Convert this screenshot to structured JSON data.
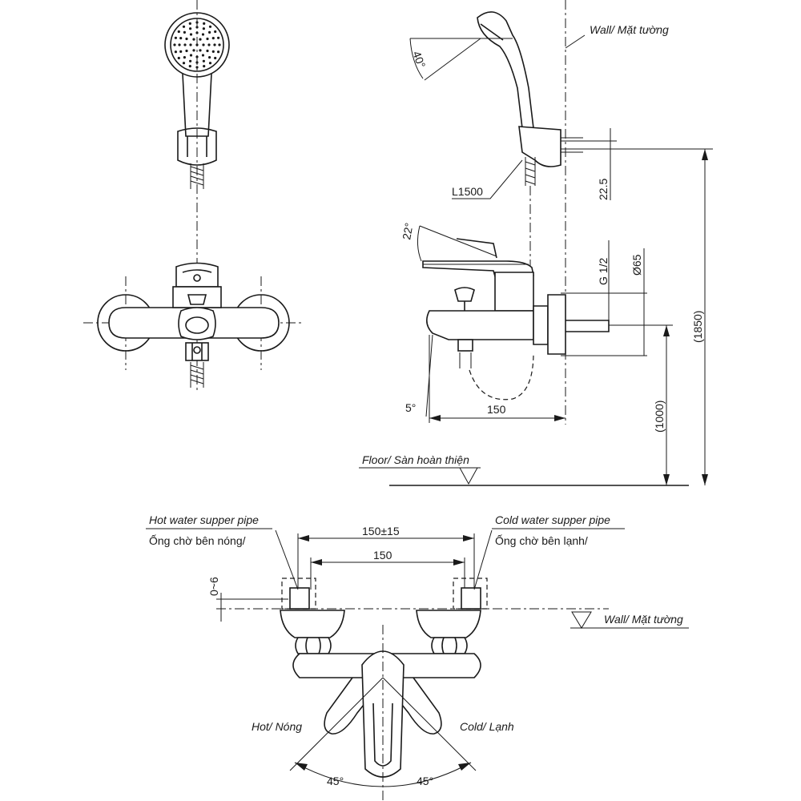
{
  "labels": {
    "wall_top": "Wall/ Mặt tường",
    "hose_length": "L1500",
    "angle_40": "40°",
    "angle_22": "22°",
    "angle_5": "5°",
    "dim_22_5": "22.5",
    "thread": "G 1/2",
    "diameter": "Ø65",
    "height_1850": "(1850)",
    "height_1000": "(1000)",
    "spout_150": "150",
    "floor": "Floor/ Sàn hoàn thiện",
    "hot_pipe_en": "Hot water supper pipe",
    "hot_pipe_vi": "Ống chờ bên nóng/",
    "cold_pipe_en": "Cold water supper pipe",
    "cold_pipe_vi": "Ống chờ bên lạnh/",
    "dim_150_15": "150±15",
    "dim_150": "150",
    "dim_0_6": "0~6",
    "wall_bottom": "Wall/ Mặt tường",
    "hot": "Hot/ Nóng",
    "cold": "Cold/ Lạnh",
    "angle_45_left": "45°",
    "angle_45_right": "45°"
  }
}
